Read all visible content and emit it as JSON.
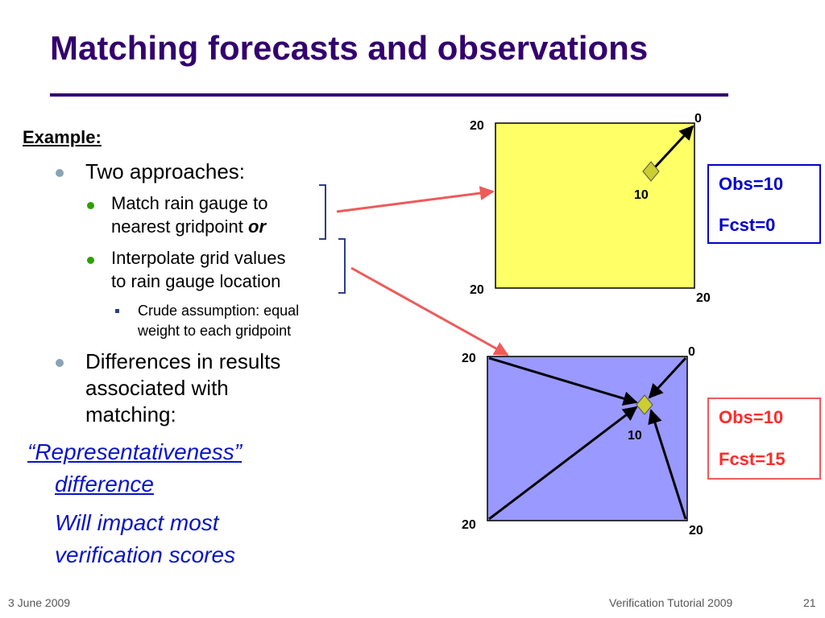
{
  "slide": {
    "title": "Matching forecasts and observations",
    "example_label": "Example:",
    "bullets": {
      "two_approaches": "Two approaches:",
      "match_gauge_line1": "Match rain gauge to",
      "match_gauge_line2": "nearest gridpoint ",
      "match_gauge_or": "or",
      "interp_line1": "Interpolate grid values",
      "interp_line2": "to rain gauge location",
      "crude_line1": "Crude assumption: equal",
      "crude_line2": "weight to each gridpoint",
      "diff_line1": "Differences in results",
      "diff_line2": "associated with",
      "diff_line3": "matching:"
    },
    "links": {
      "rep_line1": "“Representativeness”",
      "rep_line2": "difference",
      "impact_line1": "Will impact most",
      "impact_line2": "verification scores"
    }
  },
  "diagram_top": {
    "fill_color": "#ffff66",
    "corners": {
      "top_left": "20",
      "top_right": "0",
      "bottom_left": "20",
      "bottom_right": "20"
    },
    "gauge_value": "10",
    "result": {
      "obs": "Obs=10",
      "fcst": "Fcst=0",
      "color": "#0000cc"
    }
  },
  "diagram_bottom": {
    "fill_color": "#9999ff",
    "corners": {
      "top_left": "20",
      "top_right": "0",
      "bottom_left": "20",
      "bottom_right": "20"
    },
    "gauge_value": "10",
    "result": {
      "obs": "Obs=10",
      "fcst": "Fcst=15",
      "color": "#ff2a2a"
    }
  },
  "colors": {
    "title": "#33006e",
    "bracket": "#2d3e8a",
    "arrow": "#ef5a5a"
  },
  "footer": {
    "date": "3 June 2009",
    "center": "Verification Tutorial 2009",
    "page": "21"
  }
}
